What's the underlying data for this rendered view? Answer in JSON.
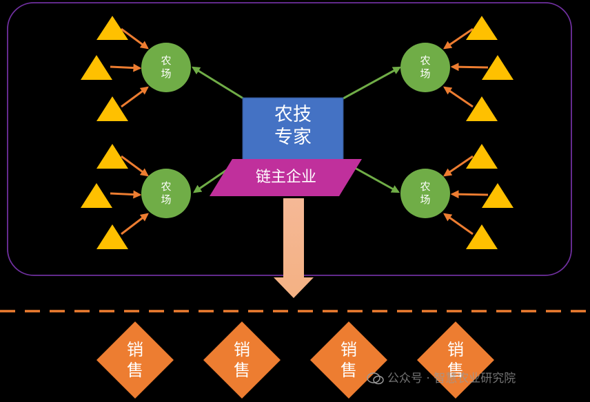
{
  "center": {
    "expert_line1": "农技",
    "expert_line2": "专家",
    "chain_company": "链主企业"
  },
  "farms": [
    {
      "line1": "农",
      "line2": "场"
    },
    {
      "line1": "农",
      "line2": "场"
    },
    {
      "line1": "农",
      "line2": "场"
    },
    {
      "line1": "农",
      "line2": "场"
    }
  ],
  "sales": [
    {
      "line1": "销",
      "line2": "售"
    },
    {
      "line1": "销",
      "line2": "售"
    },
    {
      "line1": "销",
      "line2": "售"
    },
    {
      "line1": "销",
      "line2": "售"
    }
  ],
  "watermark": "公众号 · 智慧农业研究院",
  "colors": {
    "background": "#000000",
    "frame": "#7030A0",
    "expert_box": "#4472C4",
    "chain_box": "#C0309C",
    "farm": "#70AD47",
    "triangle": "#FFC000",
    "orange_arrow": "#ED7D31",
    "green_arrow": "#70AD47",
    "sales_diamond": "#ED7D31",
    "dashed_line": "#ED7D31"
  }
}
